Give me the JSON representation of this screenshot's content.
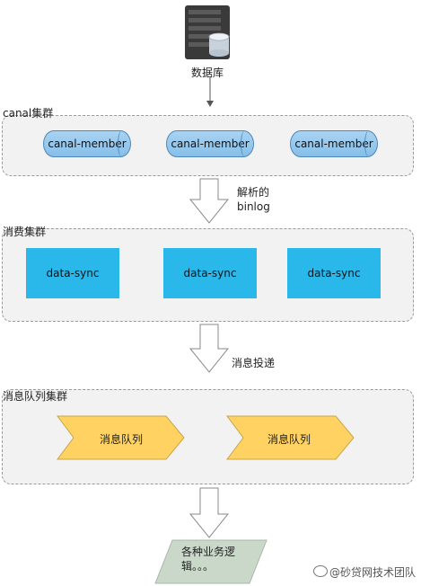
{
  "database": {
    "label": "数据库"
  },
  "canal_cluster": {
    "title": "canal集群",
    "members": [
      "canal-member",
      "canal-member",
      "canal-member"
    ]
  },
  "arrow1": {
    "label_line1": "解析的",
    "label_line2": "binlog"
  },
  "consumer_cluster": {
    "title": "消费集群",
    "nodes": [
      "data-sync",
      "data-sync",
      "data-sync"
    ]
  },
  "arrow2": {
    "label": "消息投递"
  },
  "mq_cluster": {
    "title": "消息队列集群",
    "queues": [
      "消息队列",
      "消息队列"
    ]
  },
  "business": {
    "line1": "各种业务逻",
    "line2": "辑。。。"
  },
  "watermark": {
    "text": "@砂贷网技术团队"
  },
  "colors": {
    "cylinder": "#9dcbef",
    "sync_box": "#2ab8ea",
    "queue": "#ffd262",
    "panel_bg": "#f2f2f2",
    "business_box": "#c9d8c9"
  }
}
